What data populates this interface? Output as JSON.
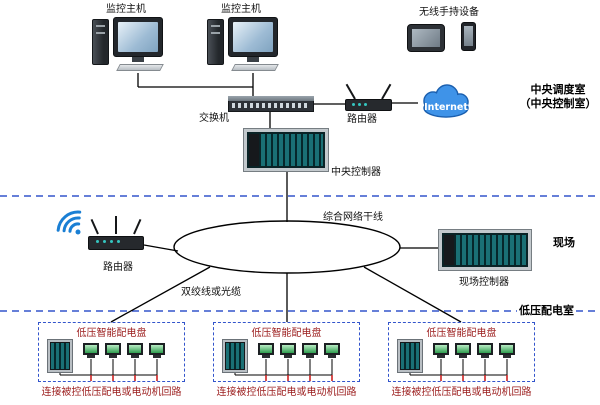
{
  "section_labels": {
    "top_line1": "中央调度室",
    "top_line2": "（中央控制室）",
    "middle": "现场",
    "bottom": "低压配电室"
  },
  "top_section": {
    "host1_label": "监控主机",
    "host2_label": "监控主机",
    "handheld_label": "无线手持设备",
    "switch_label": "交换机",
    "router_label": "路由器",
    "internet_label": "Internet",
    "controller_label": "中央控制器"
  },
  "middle_section": {
    "trunk_label": "综合网络干线",
    "router_label": "路由器",
    "field_controller_label": "现场控制器",
    "cable_label": "双绞线或光缆"
  },
  "panels": [
    {
      "title": "低压智能配电盘",
      "caption": "连接被控低压配电或电动机回路"
    },
    {
      "title": "低压智能配电盘",
      "caption": "连接被控低压配电或电动机回路"
    },
    {
      "title": "低压智能配电盘",
      "caption": "连接被控低压配电或电动机回路"
    }
  ],
  "colors": {
    "divider_blue": "#3355cc",
    "panel_border_blue": "#3355cc",
    "label_red": "#9b1c1c",
    "cloud_blue": "#3f93e8",
    "wifi_blue": "#1a7fd4",
    "plc_teal": "#1a7075",
    "wire_black": "#000000"
  }
}
